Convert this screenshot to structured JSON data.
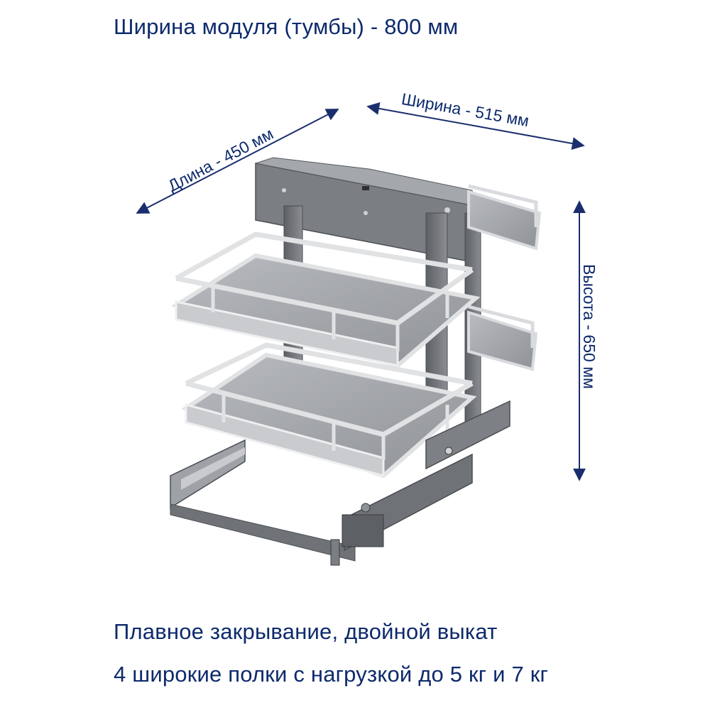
{
  "header": {
    "title": "Ширина модуля (тумбы) - 800 мм"
  },
  "dimensions": {
    "length": "Длина - 450 мм",
    "width": "Ширина - 515 мм",
    "height": "Высота - 650 мм"
  },
  "features": {
    "line1": "Плавное закрывание, двойной выкат",
    "line2": "4 широкие полки с нагрузкой до 5 кг и 7 кг"
  },
  "colors": {
    "text": "#0d2a6c",
    "arrow": "#1a2e6e",
    "frame": "#6f7276",
    "shelf": "#a9acb0",
    "chrome": "#d9dbde"
  },
  "image": {
    "subject": "pull-out corner shelf unit product-photo"
  }
}
